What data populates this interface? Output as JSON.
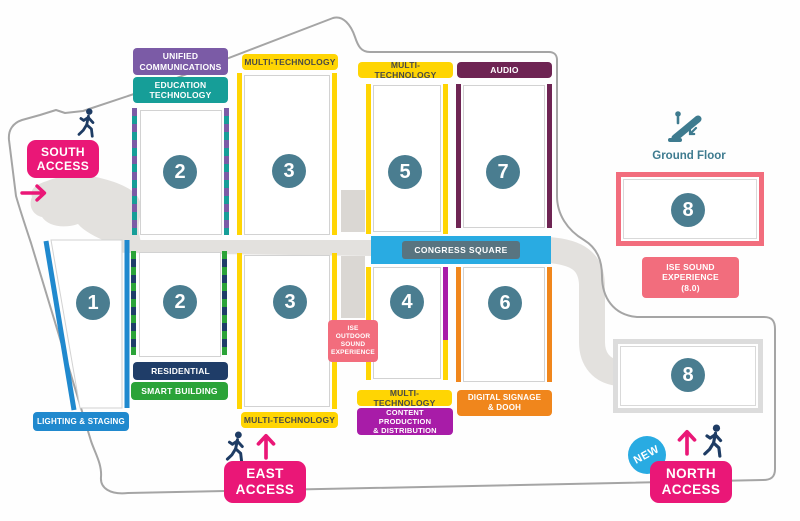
{
  "access": {
    "south": {
      "label": "SOUTH\nACCESS"
    },
    "east": {
      "label": "EAST\nACCESS"
    },
    "north": {
      "label": "NORTH\nACCESS",
      "new_badge": "NEW"
    }
  },
  "halls": {
    "h1": "1",
    "h2_upper": "2",
    "h2_lower": "2",
    "h3_upper": "3",
    "h3_lower": "3",
    "h4": "4",
    "h5": "5",
    "h6": "6",
    "h7": "7",
    "h8_ground": "8",
    "h8_lower": "8"
  },
  "categories": {
    "unified_communications": "UNIFIED\nCOMMUNICATIONS",
    "education_technology": "EDUCATION\nTECHNOLOGY",
    "multi_technology": "MULTI-TECHNOLOGY",
    "audio": "AUDIO",
    "residential": "RESIDENTIAL",
    "smart_building": "SMART BUILDING",
    "lighting_staging": "LIGHTING & STAGING",
    "digital_signage_dooh": "DIGITAL SIGNAGE\n& DOOH",
    "content_production": "CONTENT PRODUCTION\n& DISTRIBUTION"
  },
  "areas": {
    "congress_square": "CONGRESS SQUARE",
    "ground_floor": "Ground Floor",
    "ise_sound_experience": "ISE SOUND\nEXPERIENCE\n(8.0)",
    "ise_outdoor_sound_experience": "ISE\nOUTDOOR\nSOUND\nEXPERIENCE"
  },
  "colors": {
    "access_pink": "#EA1777",
    "multi_technology_yellow": "#FFD503",
    "audio_plum": "#6E2453",
    "unified_comms_purple": "#7B5BA6",
    "education_teal": "#169E98",
    "residential_navy": "#1F3D68",
    "smart_building_green": "#2BA338",
    "lighting_blue": "#2089CE",
    "digital_signage_orange": "#F0861C",
    "content_production_magenta": "#A81CA8",
    "sound_experience_salmon": "#F26D7D",
    "congress_cyan": "#29ABE2",
    "hall_number_slate": "#4A7D90",
    "walker_navy": "#1E3C64",
    "walkway_gray": "#E3E1DE",
    "boundary_gray": "#A5A5A5"
  }
}
